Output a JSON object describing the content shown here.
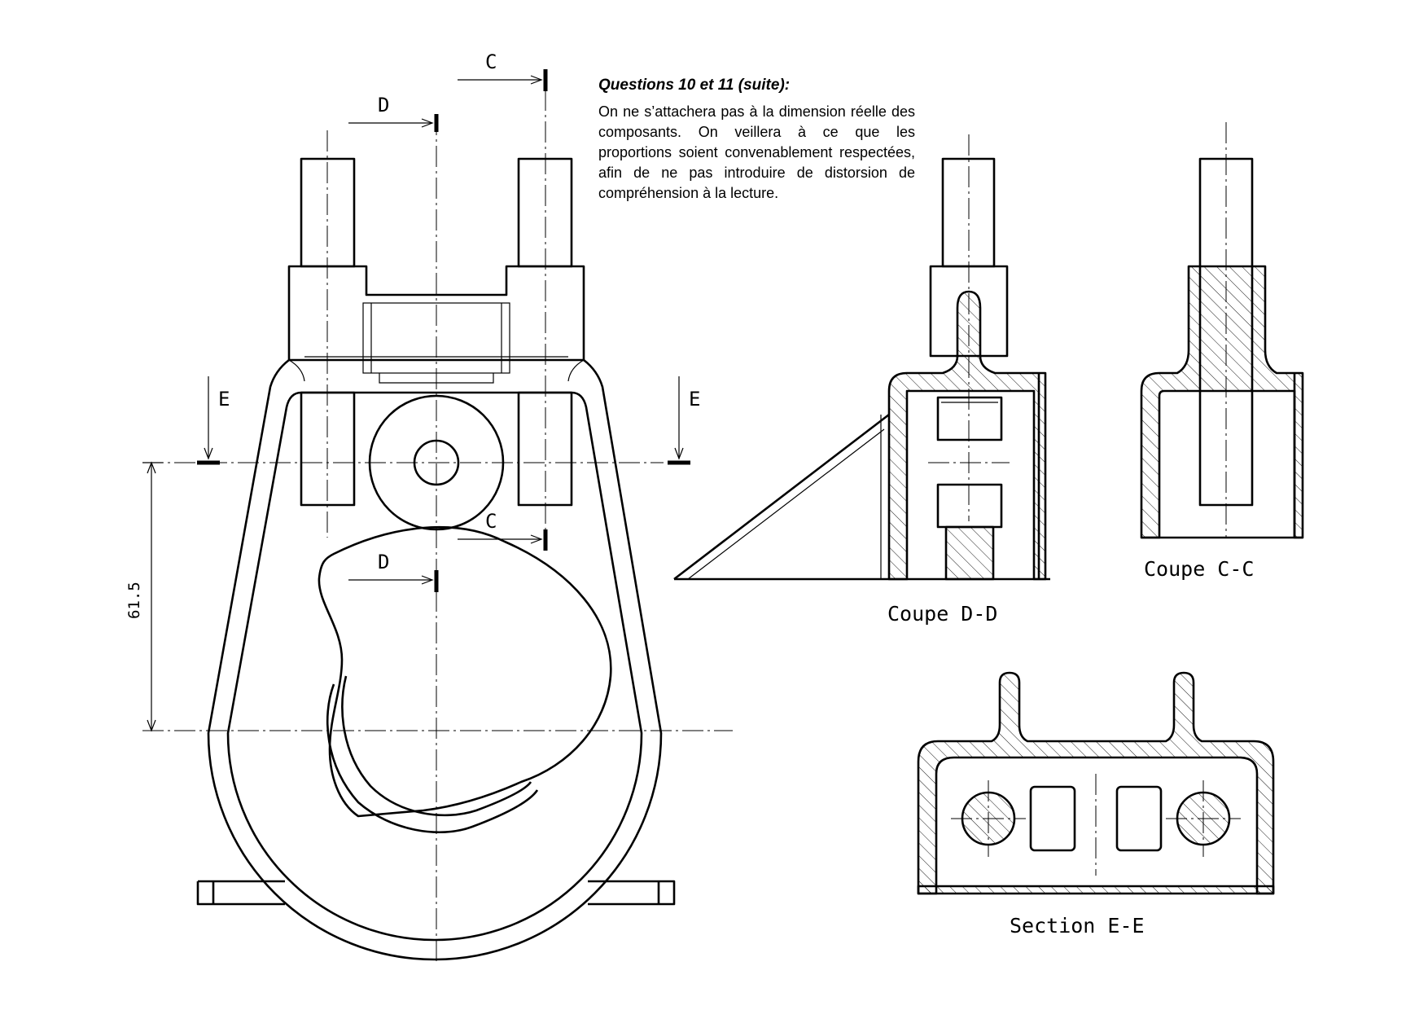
{
  "note": {
    "title": "Questions 10 et 11 (suite):",
    "body": "On ne s’attachera pas à la dimension réelle des composants. On veillera à ce que les proportions soient convenablement respectées, afin de ne pas introduire de distorsion de compréhension à la lecture."
  },
  "labels": {
    "section_c": "C",
    "section_d": "D",
    "section_e": "E"
  },
  "dimension": {
    "value": "61.5"
  },
  "captions": {
    "coupe_dd": "Coupe D-D",
    "coupe_cc": "Coupe C-C",
    "section_ee": "Section E-E"
  }
}
